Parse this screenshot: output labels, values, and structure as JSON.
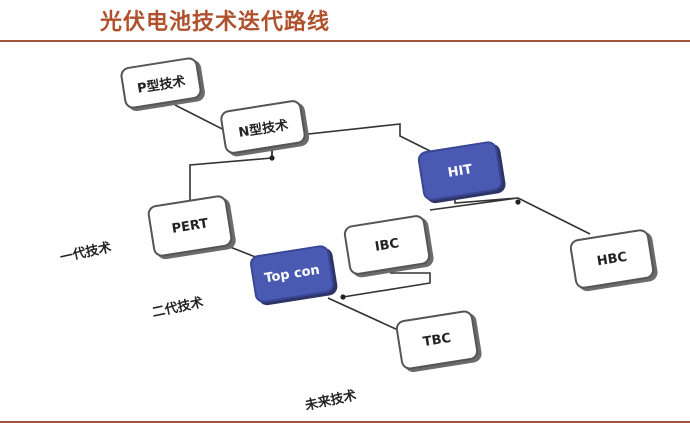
{
  "title": "光伏电池技术迭代路线",
  "colors": {
    "title": "#b0512e",
    "rule": "#a0563a",
    "highlight": "#4a5ab2",
    "line": "#333333"
  },
  "nodes": {
    "p_type": "P型技术",
    "n_type": "N型技术",
    "hit": "HIT",
    "pert": "PERT",
    "ibc": "IBC",
    "hbc": "HBC",
    "topcon": "Top con",
    "tbc": "TBC"
  },
  "generations": {
    "first": "一代技术",
    "second": "二代技术",
    "future": "未来技术"
  }
}
